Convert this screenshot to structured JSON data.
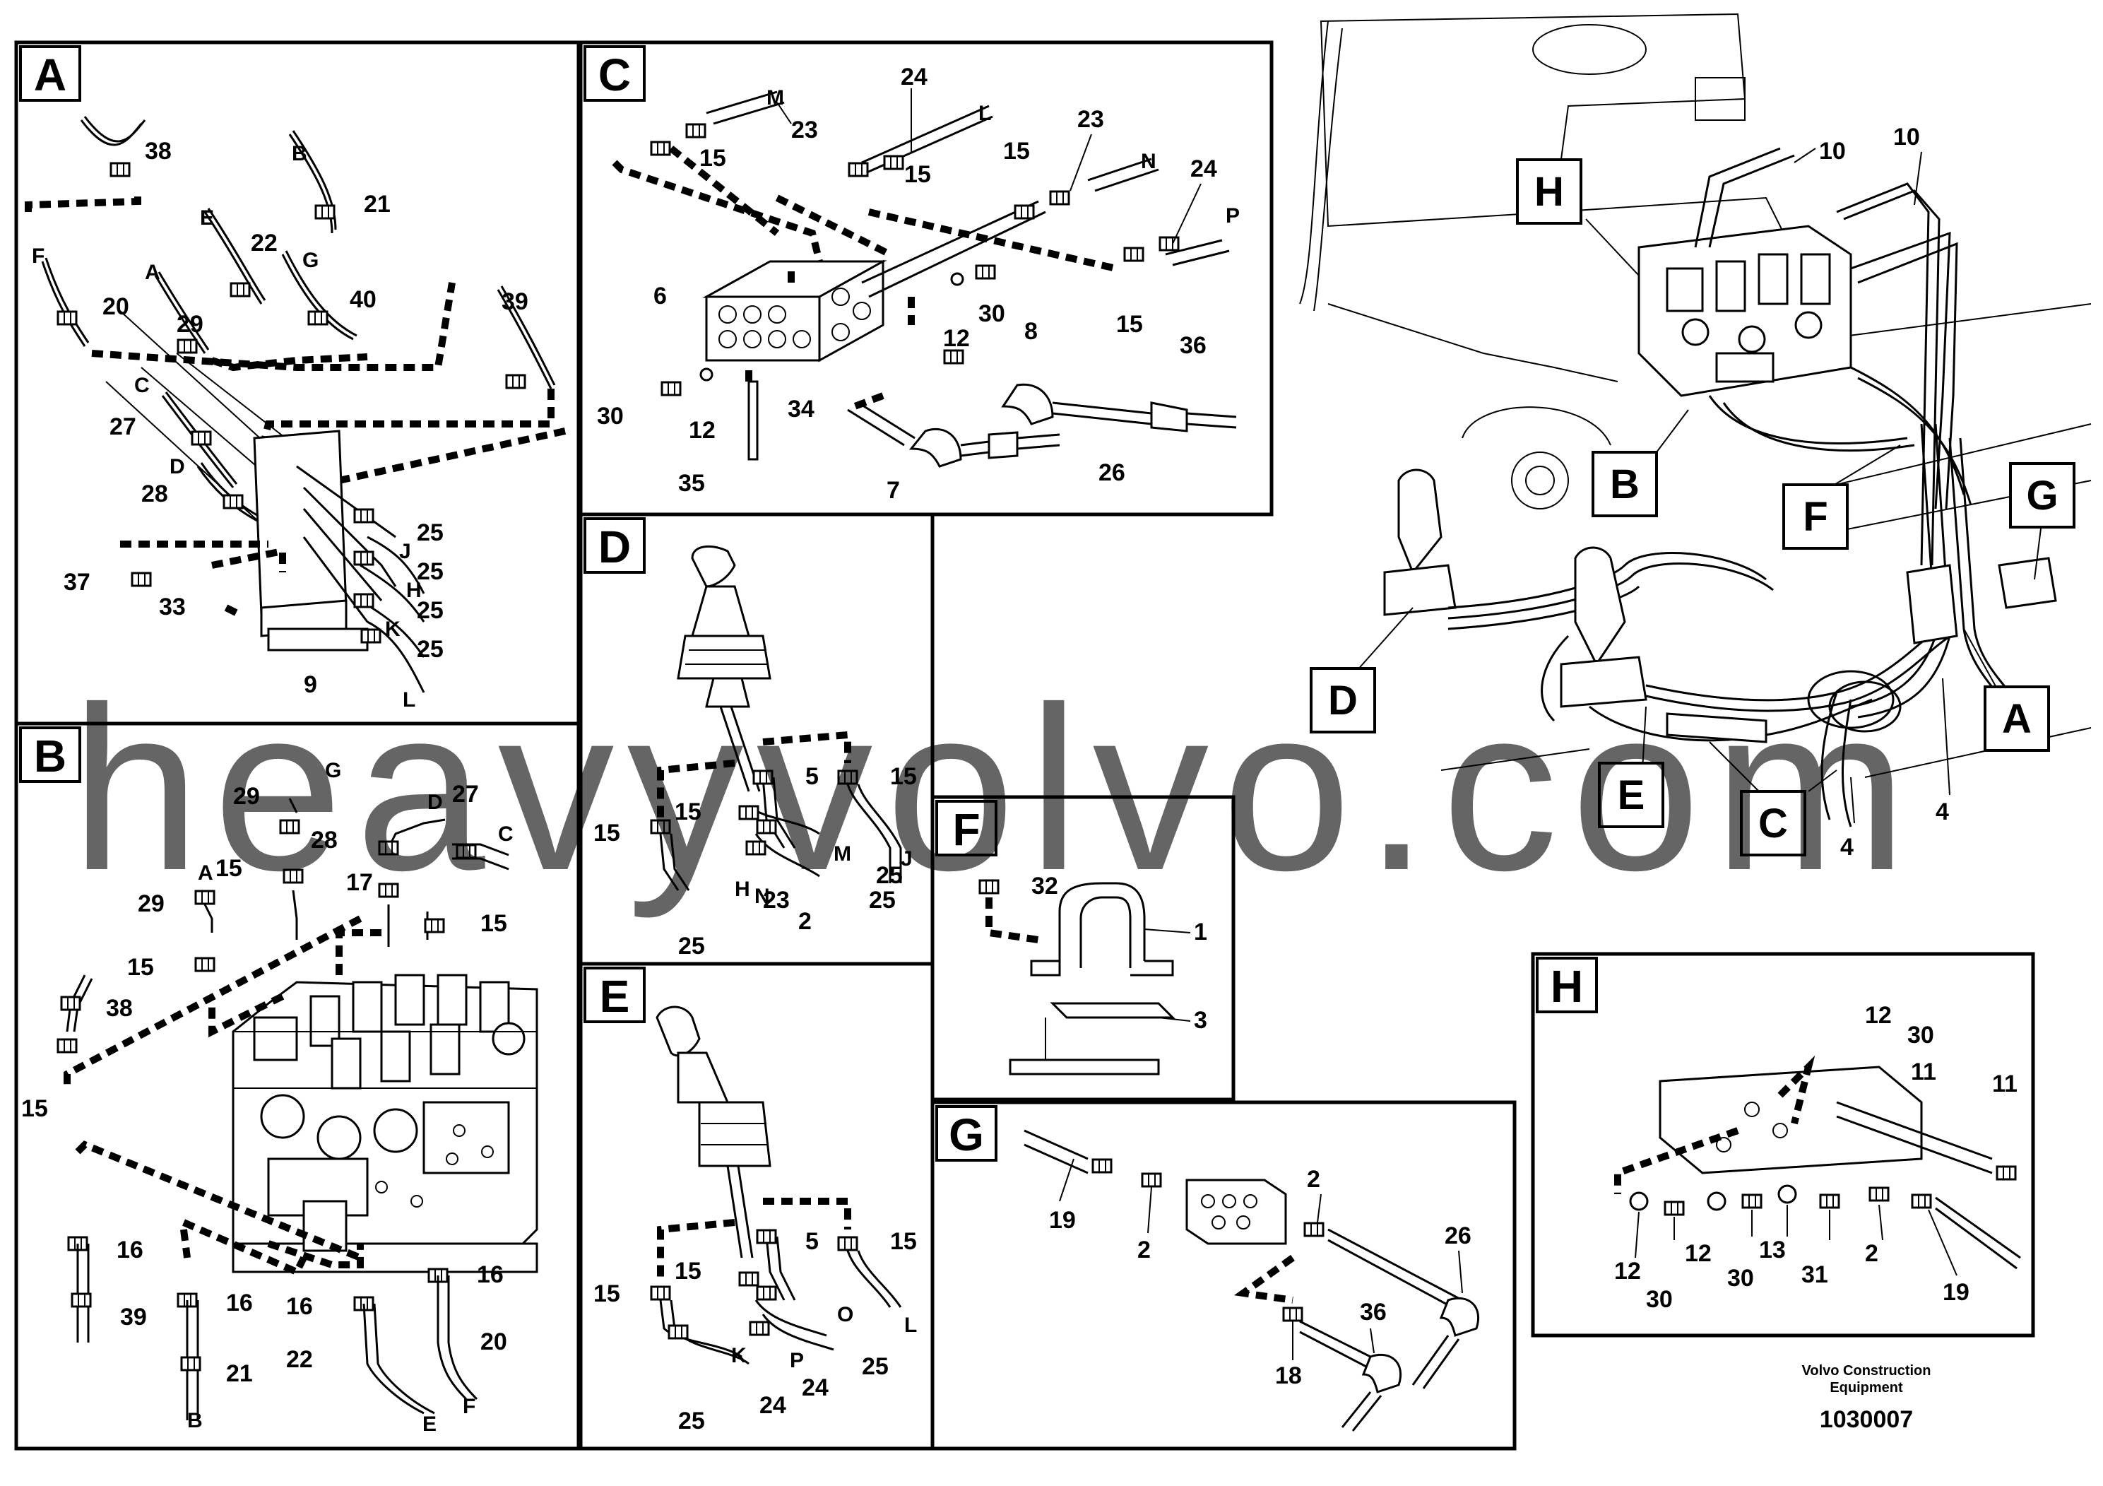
{
  "watermark": "heavyvolvo.com",
  "footer": {
    "brand_line1": "Volvo Construction",
    "brand_line2": "Equipment",
    "drawing_number": "1030007"
  },
  "panels": {
    "A": {
      "label": "A",
      "parts": [
        "38",
        "21",
        "22",
        "40",
        "20",
        "29",
        "39",
        "27",
        "28",
        "37",
        "33",
        "25",
        "25",
        "25",
        "25",
        "9"
      ],
      "ports": [
        "B",
        "E",
        "G",
        "F",
        "A",
        "C",
        "D",
        "J",
        "H",
        "K",
        "L"
      ]
    },
    "B": {
      "label": "B",
      "parts": [
        "29",
        "27",
        "28",
        "17",
        "15",
        "15",
        "29",
        "15",
        "38",
        "15",
        "16",
        "39",
        "16",
        "21",
        "16",
        "22",
        "16",
        "20"
      ],
      "ports": [
        "G",
        "D",
        "C",
        "A",
        "B",
        "E",
        "F"
      ]
    },
    "C": {
      "label": "C",
      "parts": [
        "24",
        "23",
        "15",
        "15",
        "15",
        "23",
        "24",
        "6",
        "12",
        "30",
        "8",
        "36",
        "15",
        "30",
        "12",
        "34",
        "35",
        "7",
        "26"
      ],
      "ports": [
        "M",
        "L",
        "N",
        "P"
      ]
    },
    "D": {
      "label": "D",
      "parts": [
        "5",
        "15",
        "15",
        "15",
        "25",
        "23",
        "2",
        "25",
        "25"
      ],
      "ports": [
        "M",
        "J",
        "H",
        "N"
      ]
    },
    "E": {
      "label": "E",
      "parts": [
        "5",
        "15",
        "15",
        "15",
        "25",
        "24",
        "24",
        "25"
      ],
      "ports": [
        "O",
        "K",
        "P",
        "L"
      ]
    },
    "F": {
      "label": "F",
      "parts": [
        "32",
        "1",
        "3"
      ]
    },
    "G": {
      "label": "G",
      "parts": [
        "19",
        "2",
        "2",
        "26",
        "36",
        "18"
      ]
    },
    "H": {
      "label": "H",
      "parts": [
        "12",
        "30",
        "11",
        "11",
        "12",
        "30",
        "12",
        "30",
        "13",
        "31",
        "2",
        "19"
      ]
    }
  },
  "overview": {
    "callouts": [
      "H",
      "B",
      "F",
      "G",
      "D",
      "E",
      "C",
      "A"
    ],
    "parts": [
      "10",
      "10",
      "4",
      "4"
    ]
  }
}
